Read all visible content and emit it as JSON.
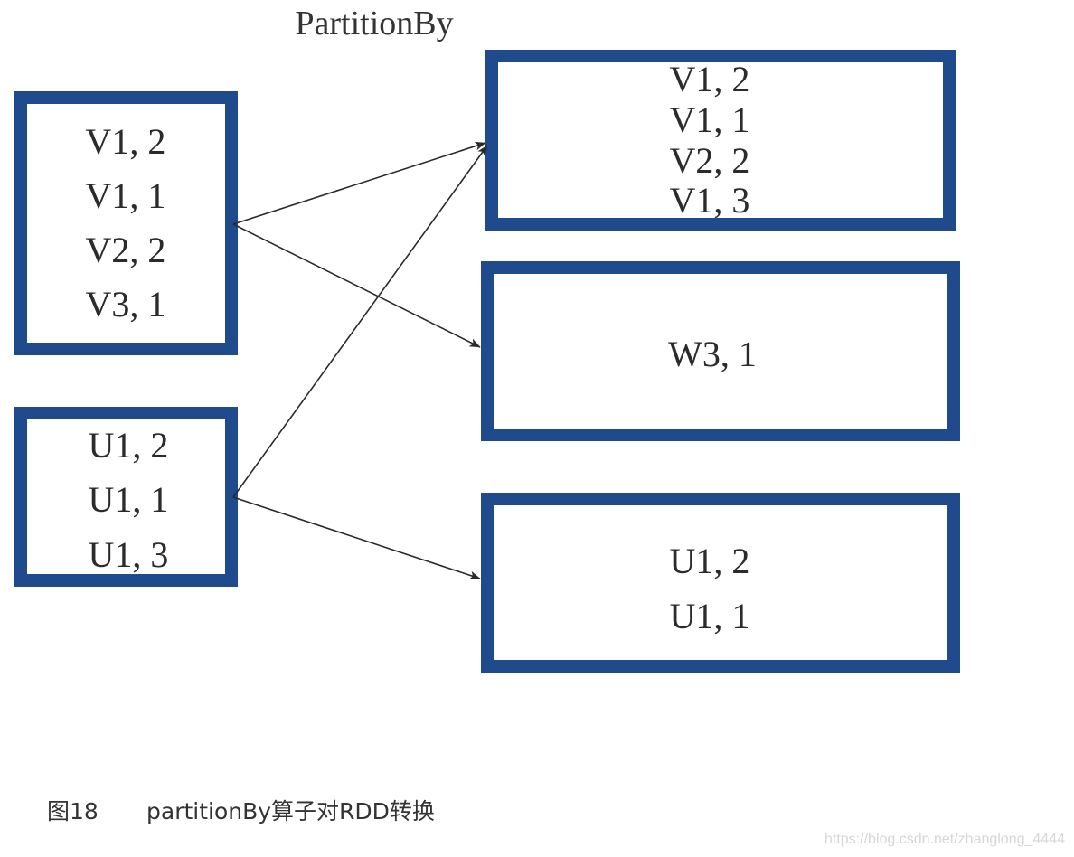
{
  "diagram": {
    "title": "PartitionBy",
    "source_partitions": [
      {
        "entries": [
          "V1, 2",
          "V1, 1",
          "V2, 2",
          "V3, 1"
        ]
      },
      {
        "entries": [
          "U1, 2",
          "U1, 1",
          "U1, 3"
        ]
      }
    ],
    "target_partitions": [
      {
        "entries": [
          "V1, 2",
          "V1, 1",
          "V2, 2",
          "V1, 3"
        ]
      },
      {
        "entries": [
          "W3, 1"
        ]
      },
      {
        "entries": [
          "U1, 2",
          "U1, 1"
        ]
      }
    ],
    "arrows": [
      {
        "from": 0,
        "to": 0
      },
      {
        "from": 0,
        "to": 1
      },
      {
        "from": 1,
        "to": 0
      },
      {
        "from": 1,
        "to": 2
      }
    ],
    "colors": {
      "box_border": "#1f4b8c",
      "arrow": "#2a2a2a"
    }
  },
  "caption": {
    "figure_number": "图18",
    "text": "partitionBy算子对RDD转换"
  },
  "watermark": "https://blog.csdn.net/zhanglong_4444"
}
